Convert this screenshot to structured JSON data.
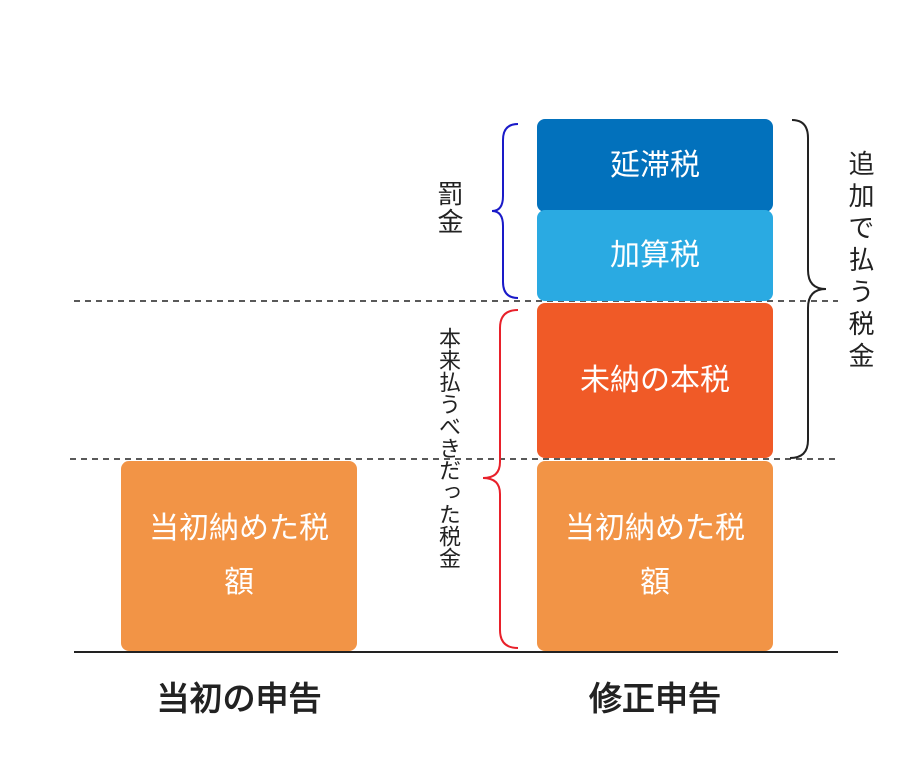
{
  "blocks": {
    "delinquency_tax": "延滞税",
    "additional_tax": "加算税",
    "unpaid_principal_tax": "未納の本税",
    "initially_paid_left": "当初納めた税額",
    "initially_paid_right": "当初納めた税額"
  },
  "labels": {
    "penalty": "罰金",
    "should_have_paid": "本来払うべきだった税金",
    "additional_payment": "追加で払う税金"
  },
  "columns": {
    "original_filing": "当初の申告",
    "amended_filing": "修正申告"
  },
  "colors": {
    "delinquency_tax": "#0271bc",
    "additional_tax": "#2aaae2",
    "unpaid_principal_tax": "#f05a27",
    "initially_paid": "#f29446",
    "brace_penalty": "#1a1ac8",
    "brace_should_pay": "#e8202a",
    "brace_additional": "#222222"
  }
}
